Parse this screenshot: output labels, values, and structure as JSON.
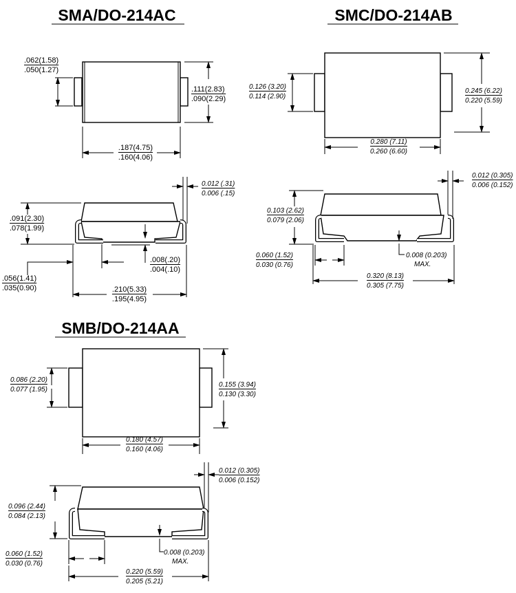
{
  "packages": {
    "sma": {
      "title": "SMA/DO-214AC",
      "top_view": {
        "lead_width": {
          "max": ".062(1.58)",
          "min": ".050(1.27)"
        },
        "body_width": {
          "max": ".111(2.83)",
          "min": ".090(2.29)"
        },
        "body_length": {
          "max": ".187(4.75)",
          "min": ".160(4.06)"
        }
      },
      "side_view": {
        "lead_thickness": {
          "max": "0.012 (.31)",
          "min": "0.006 (.15)"
        },
        "height": {
          "max": ".091(2.30)",
          "min": ".078(1.99)"
        },
        "standoff": {
          "max": ".008(.20)",
          "min": ".004(.10)"
        },
        "lead_length": {
          "max": ".056(1.41)",
          "min": ".035(0.90)"
        },
        "overall_length": {
          "max": ".210(5.33)",
          "min": ".195(4.95)"
        }
      }
    },
    "smc": {
      "title": "SMC/DO-214AB",
      "top_view": {
        "lead_width": {
          "max": "0.126 (3.20)",
          "min": "0.114 (2.90)"
        },
        "body_width": {
          "max": "0.245 (6.22)",
          "min": "0.220 (5.59)"
        },
        "body_length": {
          "max": "0.280 (7.11)",
          "min": "0.260 (6.60)"
        }
      },
      "side_view": {
        "lead_thickness": {
          "max": "0.012 (0.305)",
          "min": "0.006 (0.152)"
        },
        "height": {
          "max": "0.103 (2.62)",
          "min": "0.079 (2.06)"
        },
        "standoff": {
          "value": "0.008 (0.203)",
          "note": "MAX."
        },
        "lead_length": {
          "max": "0.060 (1.52)",
          "min": "0.030 (0.76)"
        },
        "overall_length": {
          "max": "0.320 (8.13)",
          "min": "0.305 (7.75)"
        }
      }
    },
    "smb": {
      "title": "SMB/DO-214AA",
      "top_view": {
        "lead_width": {
          "max": "0.086 (2.20)",
          "min": "0.077 (1.95)"
        },
        "body_width": {
          "max": "0.155 (3.94)",
          "min": "0.130 (3.30)"
        },
        "body_length": {
          "max": "0.180 (4.57)",
          "min": "0.160 (4.06)"
        }
      },
      "side_view": {
        "lead_thickness": {
          "max": "0.012 (0.305)",
          "min": "0.006 (0.152)"
        },
        "height": {
          "max": "0.096 (2.44)",
          "min": "0.084 (2.13)"
        },
        "standoff": {
          "value": "0.008 (0.203)",
          "note": "MAX."
        },
        "lead_length": {
          "max": "0.060 (1.52)",
          "min": "0.030 (0.76)"
        },
        "overall_length": {
          "max": "0.220 (5.59)",
          "min": "0.205 (5.21)"
        }
      }
    }
  }
}
